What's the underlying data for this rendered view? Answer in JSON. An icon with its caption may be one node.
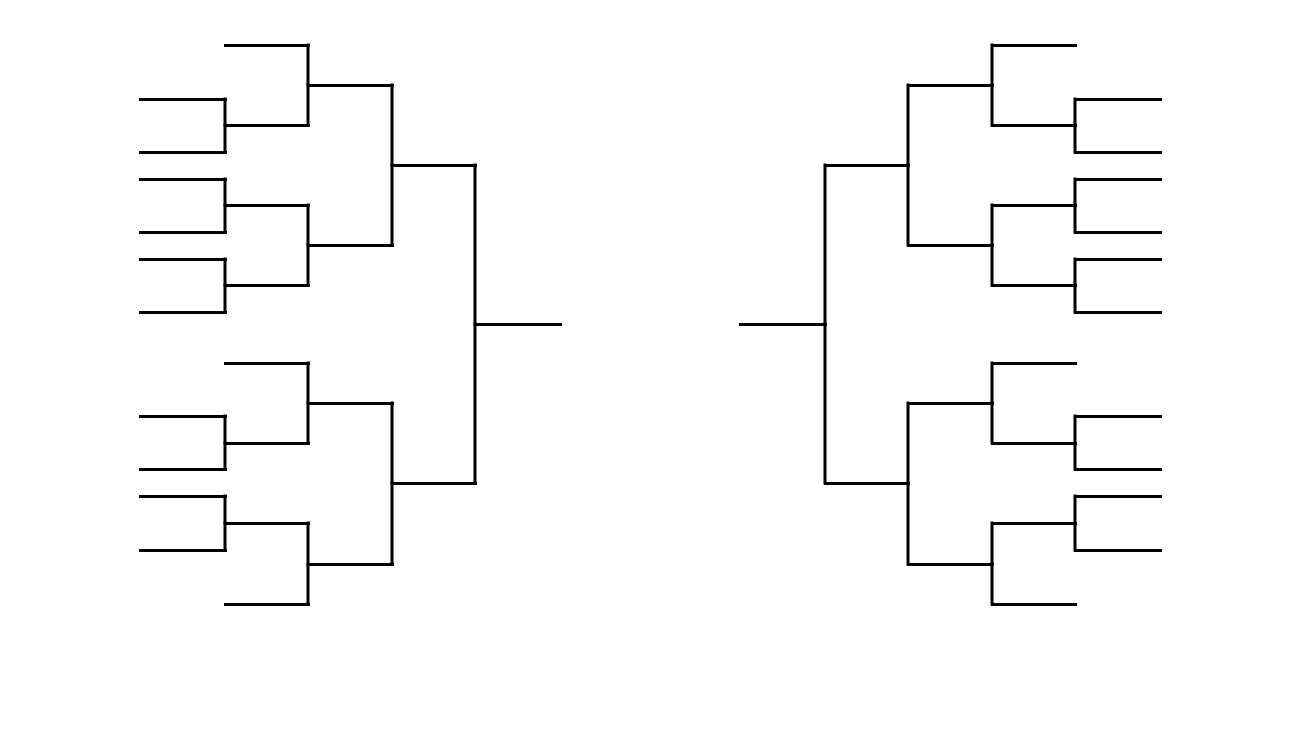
{
  "diagram": {
    "nodes": [
      {
        "text": [],
        "shape": "bar"
      },
      {
        "text": [],
        "shape": "bar"
      },
      {
        "text": [],
        "shape": "bar"
      },
      {
        "text": [],
        "shape": "bar"
      },
      {
        "text": [],
        "shape": "bar"
      },
      {
        "text": [],
        "shape": "bar"
      },
      {
        "text": [],
        "shape": "bar"
      },
      {
        "text": [],
        "shape": "bar"
      },
      {
        "text": [],
        "shape": "bar"
      },
      {
        "text": [],
        "shape": "bar"
      },
      {
        "text": [],
        "shape": "bar"
      },
      {
        "text": [],
        "shape": "bar"
      },
      {
        "text": [],
        "shape": "bar"
      },
      {
        "text": [],
        "shape": "bar"
      },
      {
        "text": [],
        "shape": "bar"
      },
      {
        "text": [],
        "shape": "bar"
      },
      {
        "text": [],
        "shape": "bar"
      },
      {
        "text": [],
        "shape": "bar"
      },
      {
        "text": [],
        "shape": "bar"
      },
      {
        "text": [],
        "shape": "bar"
      },
      {
        "text": [],
        "shape": "bar"
      },
      {
        "text": [],
        "shape": "bar"
      },
      {
        "text": [],
        "shape": "bar"
      },
      {
        "text": [],
        "shape": "bar"
      },
      {
        "text": [],
        "shape": "bar"
      },
      {
        "text": [],
        "shape": "bar"
      },
      {
        "text": [],
        "shape": "bar"
      },
      {
        "text": [],
        "shape": "bar"
      },
      {
        "text": [],
        "shape": "bar"
      },
      {
        "text": [],
        "shape": "bar"
      },
      {
        "text": [],
        "shape": "bar"
      },
      {
        "text": [],
        "shape": "bar"
      },
      {
        "text": [],
        "shape": "bar"
      },
      {
        "text": [],
        "shape": "bar"
      },
      {
        "text": [],
        "shape": "bar"
      },
      {
        "text": [],
        "shape": "bar"
      },
      {
        "text": [],
        "shape": "bar"
      },
      {
        "text": [],
        "shape": "bar"
      },
      {
        "text": [],
        "shape": "bar"
      },
      {
        "text": [],
        "shape": "bar"
      },
      {
        "text": [],
        "shape": "bar"
      },
      {
        "text": [],
        "shape": "bar"
      },
      {
        "text": [],
        "shape": "bar"
      },
      {
        "text": [],
        "shape": "bar"
      },
      {
        "text": [],
        "shape": "bar"
      },
      {
        "text": [],
        "shape": "bar"
      },
      {
        "text": [],
        "shape": "bar"
      },
      {
        "text": [],
        "shape": "bar"
      },
      {
        "text": [],
        "shape": "bar"
      },
      {
        "text": [],
        "shape": "bar"
      }
    ],
    "edges": [
      {
        "from": 0,
        "to": 11,
        "arrow": "none"
      },
      {
        "from": 1,
        "to": 11,
        "arrow": "none"
      },
      {
        "from": 2,
        "to": 12,
        "arrow": "none"
      },
      {
        "from": 3,
        "to": 12,
        "arrow": "none"
      },
      {
        "from": 4,
        "to": 13,
        "arrow": "none"
      },
      {
        "from": 5,
        "to": 13,
        "arrow": "none"
      },
      {
        "from": 6,
        "to": 15,
        "arrow": "none"
      },
      {
        "from": 7,
        "to": 15,
        "arrow": "none"
      },
      {
        "from": 8,
        "to": 16,
        "arrow": "none"
      },
      {
        "from": 9,
        "to": 16,
        "arrow": "none"
      },
      {
        "from": 10,
        "to": 18,
        "arrow": "none"
      },
      {
        "from": 11,
        "to": 18,
        "arrow": "none"
      },
      {
        "from": 12,
        "to": 19,
        "arrow": "none"
      },
      {
        "from": 13,
        "to": 19,
        "arrow": "none"
      },
      {
        "from": 14,
        "to": 20,
        "arrow": "none"
      },
      {
        "from": 15,
        "to": 20,
        "arrow": "none"
      },
      {
        "from": 16,
        "to": 21,
        "arrow": "none"
      },
      {
        "from": 17,
        "to": 21,
        "arrow": "none"
      },
      {
        "from": 18,
        "to": 22,
        "arrow": "none"
      },
      {
        "from": 19,
        "to": 22,
        "arrow": "none"
      },
      {
        "from": 20,
        "to": 23,
        "arrow": "none"
      },
      {
        "from": 21,
        "to": 23,
        "arrow": "none"
      },
      {
        "from": 22,
        "to": 24,
        "arrow": "none"
      },
      {
        "from": 23,
        "to": 24,
        "arrow": "none"
      },
      {
        "from": 25,
        "to": 36,
        "arrow": "none"
      },
      {
        "from": 26,
        "to": 36,
        "arrow": "none"
      },
      {
        "from": 27,
        "to": 37,
        "arrow": "none"
      },
      {
        "from": 28,
        "to": 37,
        "arrow": "none"
      },
      {
        "from": 29,
        "to": 38,
        "arrow": "none"
      },
      {
        "from": 30,
        "to": 38,
        "arrow": "none"
      },
      {
        "from": 31,
        "to": 40,
        "arrow": "none"
      },
      {
        "from": 32,
        "to": 40,
        "arrow": "none"
      },
      {
        "from": 33,
        "to": 41,
        "arrow": "none"
      },
      {
        "from": 34,
        "to": 41,
        "arrow": "none"
      },
      {
        "from": 35,
        "to": 43,
        "arrow": "none"
      },
      {
        "from": 36,
        "to": 43,
        "arrow": "none"
      },
      {
        "from": 37,
        "to": 44,
        "arrow": "none"
      },
      {
        "from": 38,
        "to": 44,
        "arrow": "none"
      },
      {
        "from": 39,
        "to": 45,
        "arrow": "none"
      },
      {
        "from": 40,
        "to": 45,
        "arrow": "none"
      },
      {
        "from": 41,
        "to": 46,
        "arrow": "none"
      },
      {
        "from": 42,
        "to": 46,
        "arrow": "none"
      },
      {
        "from": 43,
        "to": 47,
        "arrow": "none"
      },
      {
        "from": 44,
        "to": 47,
        "arrow": "none"
      },
      {
        "from": 45,
        "to": 48,
        "arrow": "none"
      },
      {
        "from": 46,
        "to": 48,
        "arrow": "none"
      },
      {
        "from": 47,
        "to": 49,
        "arrow": "none"
      },
      {
        "from": 48,
        "to": 49,
        "arrow": "none"
      }
    ]
  }
}
